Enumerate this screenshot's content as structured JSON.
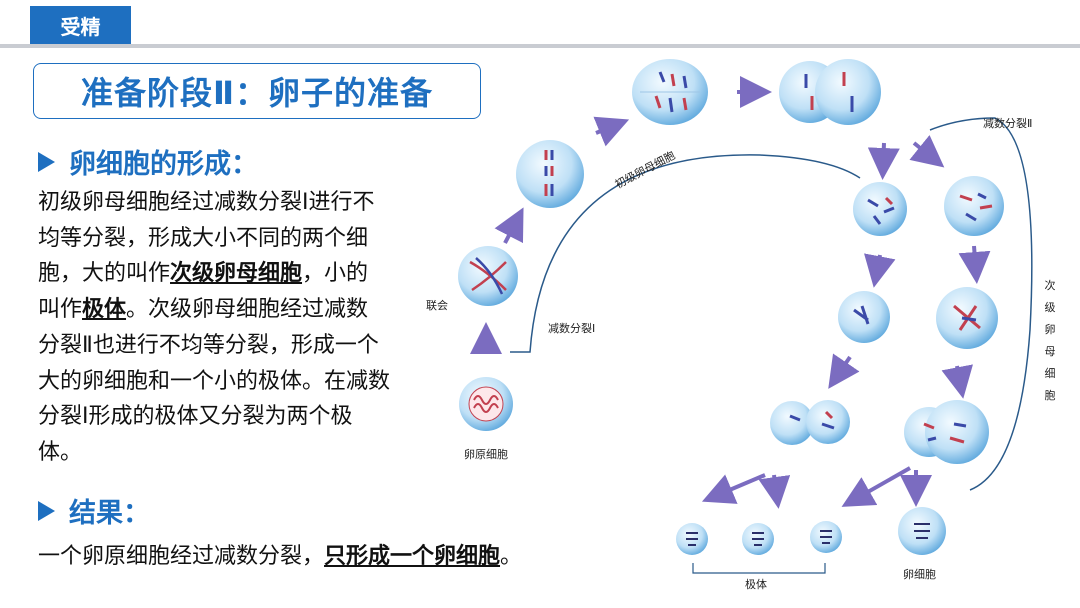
{
  "header": {
    "tag": "受精"
  },
  "title": "准备阶段Ⅱ：卵子的准备",
  "section1": {
    "heading": "卵细胞的形成："
  },
  "paragraph": {
    "p1": "初级卵母细胞经过减数分裂Ⅰ进行不均等分裂，形成大小不同的两个细胞，大的叫作",
    "b1": "次级卵母细胞",
    "p2": "，小的叫作",
    "b2": "极体",
    "p3": "。次级卵母细胞经过减数分裂Ⅱ也进行不均等分裂，形成一个大的卵细胞和一个小的极体。在减数分裂Ⅰ形成的极体又分裂为两个极体。"
  },
  "section2": {
    "heading": "结果："
  },
  "result": {
    "p1": "一个卵原细胞经过减数分裂，",
    "b1": "只形成一个卵细胞",
    "p2": "。"
  },
  "diagram": {
    "oogonium": "卵原细胞",
    "synapsis": "联会",
    "meiosis1": "减数分裂Ⅰ",
    "primary_oocyte": "初级卵母细胞",
    "meiosis2": "减数分裂Ⅱ",
    "secondary_oocyte": "次级卵母细胞",
    "polar_bodies": "极体",
    "egg": "卵细胞"
  },
  "colors": {
    "accent": "#1e6fc0",
    "arrow": "#7b6cc0",
    "cell": "#a9d4f2"
  }
}
